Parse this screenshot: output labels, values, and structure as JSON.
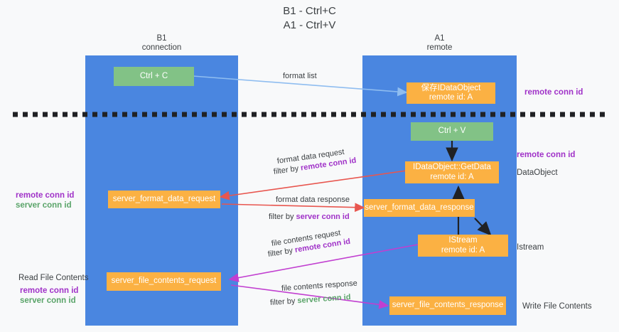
{
  "title": {
    "line1": "B1 - Ctrl+C",
    "line2": "A1 - Ctrl+V"
  },
  "columns": [
    {
      "name": "B1",
      "role": "connection"
    },
    {
      "name": "A1",
      "role": "remote"
    }
  ],
  "colors": {
    "lane": "#4a86e0",
    "node_green": "#82c286",
    "node_orange": "#fbb143",
    "arrow_lightblue": "#8fbdf0",
    "arrow_red": "#e8564f",
    "arrow_magenta": "#c13fd0",
    "arrow_black": "#202124",
    "keyword_remote": "#a032c8",
    "keyword_server": "#5aa469",
    "divider": "#202124",
    "background": "#f8f9fa"
  },
  "nodes": {
    "ctrl_c": {
      "line1": "Ctrl + C"
    },
    "save_idataobject": {
      "line1": "保存IDataObject",
      "line2": "remote id: A"
    },
    "ctrl_v": {
      "line1": "Ctrl + V"
    },
    "getdata": {
      "line1": "IDataObject::GetData",
      "line2": "remote id: A"
    },
    "server_format_data_request": {
      "line1": "server_format_data_request"
    },
    "server_format_data_response": {
      "line1": "server_format_data_response"
    },
    "istream": {
      "line1": "IStream",
      "line2": "remote id: A"
    },
    "server_file_contents_request": {
      "line1": "server_file_contents_request"
    },
    "server_file_contents_response": {
      "line1": "server_file_contents_response"
    }
  },
  "edge_labels": {
    "format_list": "format list",
    "format_data_request": "format data request",
    "format_data_request_filter_prefix": "filter by ",
    "format_data_request_filter_key": "remote conn id",
    "format_data_response": "format data response",
    "format_data_response_filter_prefix": "filter by ",
    "format_data_response_filter_key": "server conn id",
    "file_contents_request": "file contents request",
    "file_contents_request_filter_prefix": "filter by ",
    "file_contents_request_filter_key": "remote conn id",
    "file_contents_response": "file contents response",
    "file_contents_response_filter_prefix": "filter by ",
    "file_contents_response_filter_key": "server conn id"
  },
  "annotations": {
    "right_remote_conn_id_top": "remote conn id",
    "right_remote_conn_id_mid": "remote conn id",
    "right_dataobject": "DataObject",
    "right_istream": "Istream",
    "right_write_file_contents": "Write File Contents",
    "left_remote_conn_id": "remote conn id",
    "left_server_conn_id": "server conn id",
    "left_read_file_contents": "Read File Contents",
    "left_remote_conn_id_2": "remote conn id",
    "left_server_conn_id_2": "server conn id"
  }
}
